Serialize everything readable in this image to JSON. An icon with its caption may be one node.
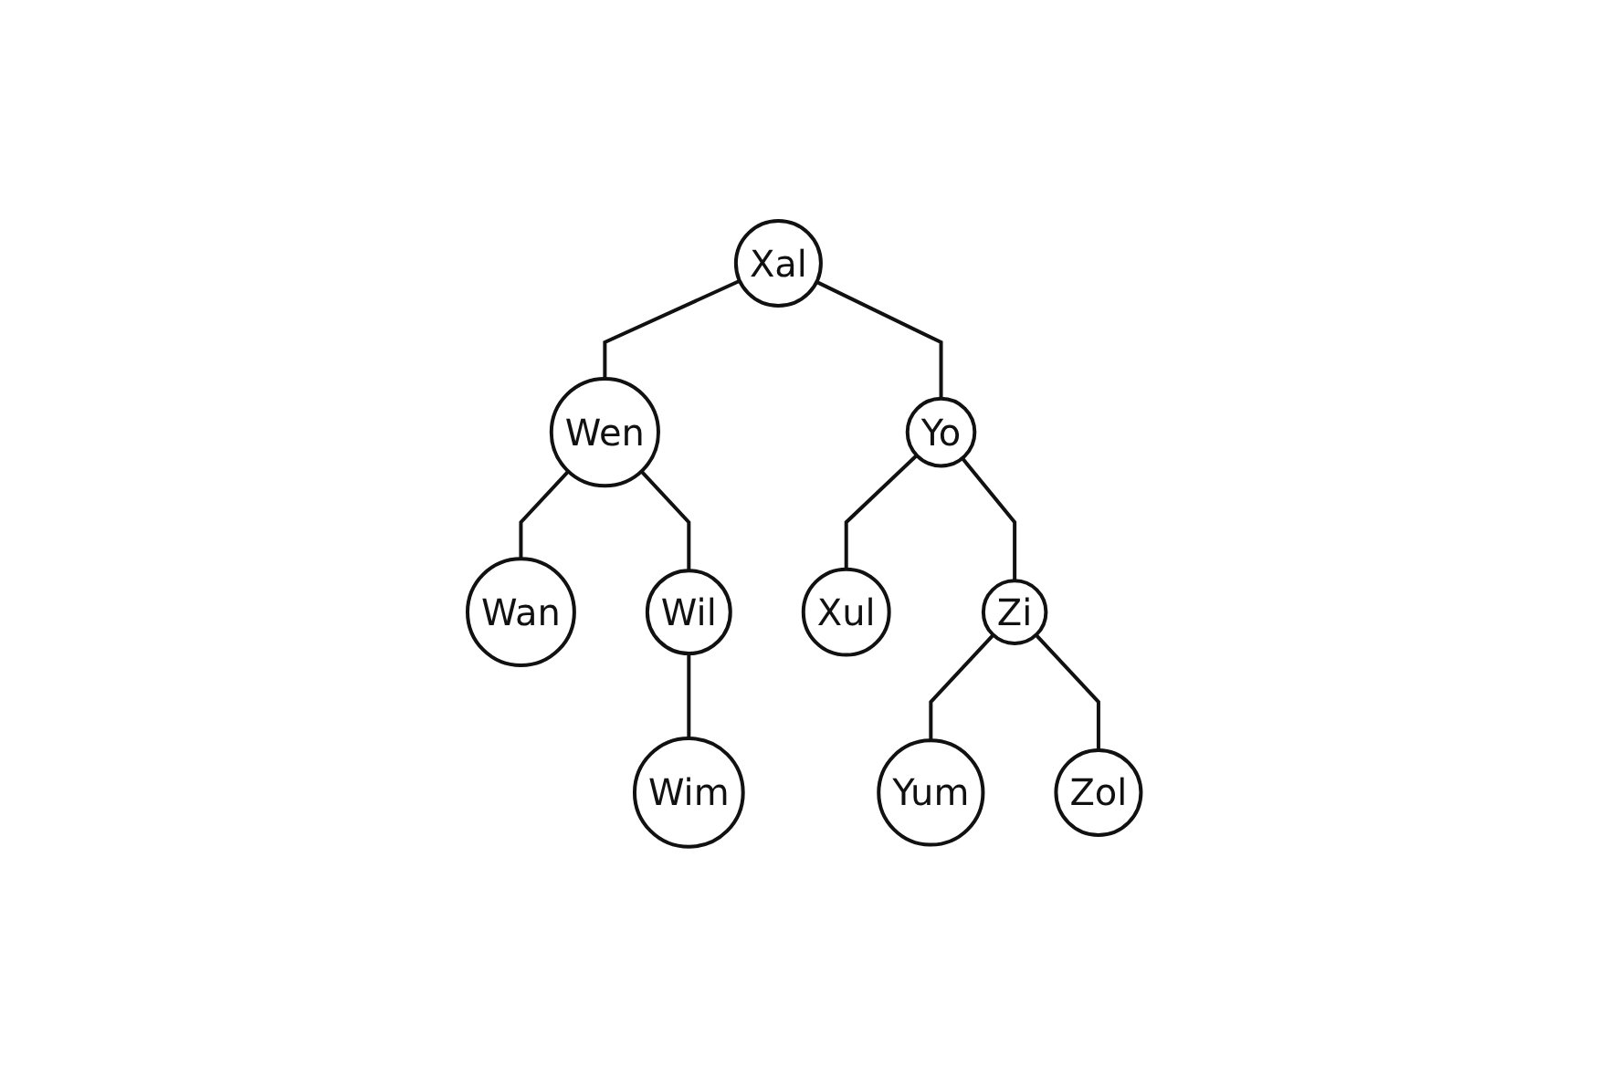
{
  "diagram": {
    "nodes": [
      {
        "text": [
          "Xal"
        ]
      },
      {
        "text": [
          "Wen"
        ]
      },
      {
        "text": [
          "Yo"
        ]
      },
      {
        "text": [
          "Wan"
        ]
      },
      {
        "text": [
          "Wil"
        ]
      },
      {
        "text": [
          "Xul"
        ]
      },
      {
        "text": [
          "Zi"
        ]
      },
      {
        "text": [
          "Wim"
        ]
      },
      {
        "text": [
          "Yum"
        ]
      },
      {
        "text": [
          "Zol"
        ]
      }
    ],
    "edges": [
      {
        "from": 0,
        "to": 1,
        "arrow": "none"
      },
      {
        "from": 0,
        "to": 2,
        "arrow": "none"
      },
      {
        "from": 1,
        "to": 3,
        "arrow": "none"
      },
      {
        "from": 1,
        "to": 4,
        "arrow": "none"
      },
      {
        "from": 4,
        "to": 7,
        "arrow": "none"
      },
      {
        "from": 2,
        "to": 5,
        "arrow": "none"
      },
      {
        "from": 2,
        "to": 6,
        "arrow": "none"
      },
      {
        "from": 6,
        "to": 8,
        "arrow": "none"
      },
      {
        "from": 6,
        "to": 9,
        "arrow": "none"
      }
    ]
  }
}
